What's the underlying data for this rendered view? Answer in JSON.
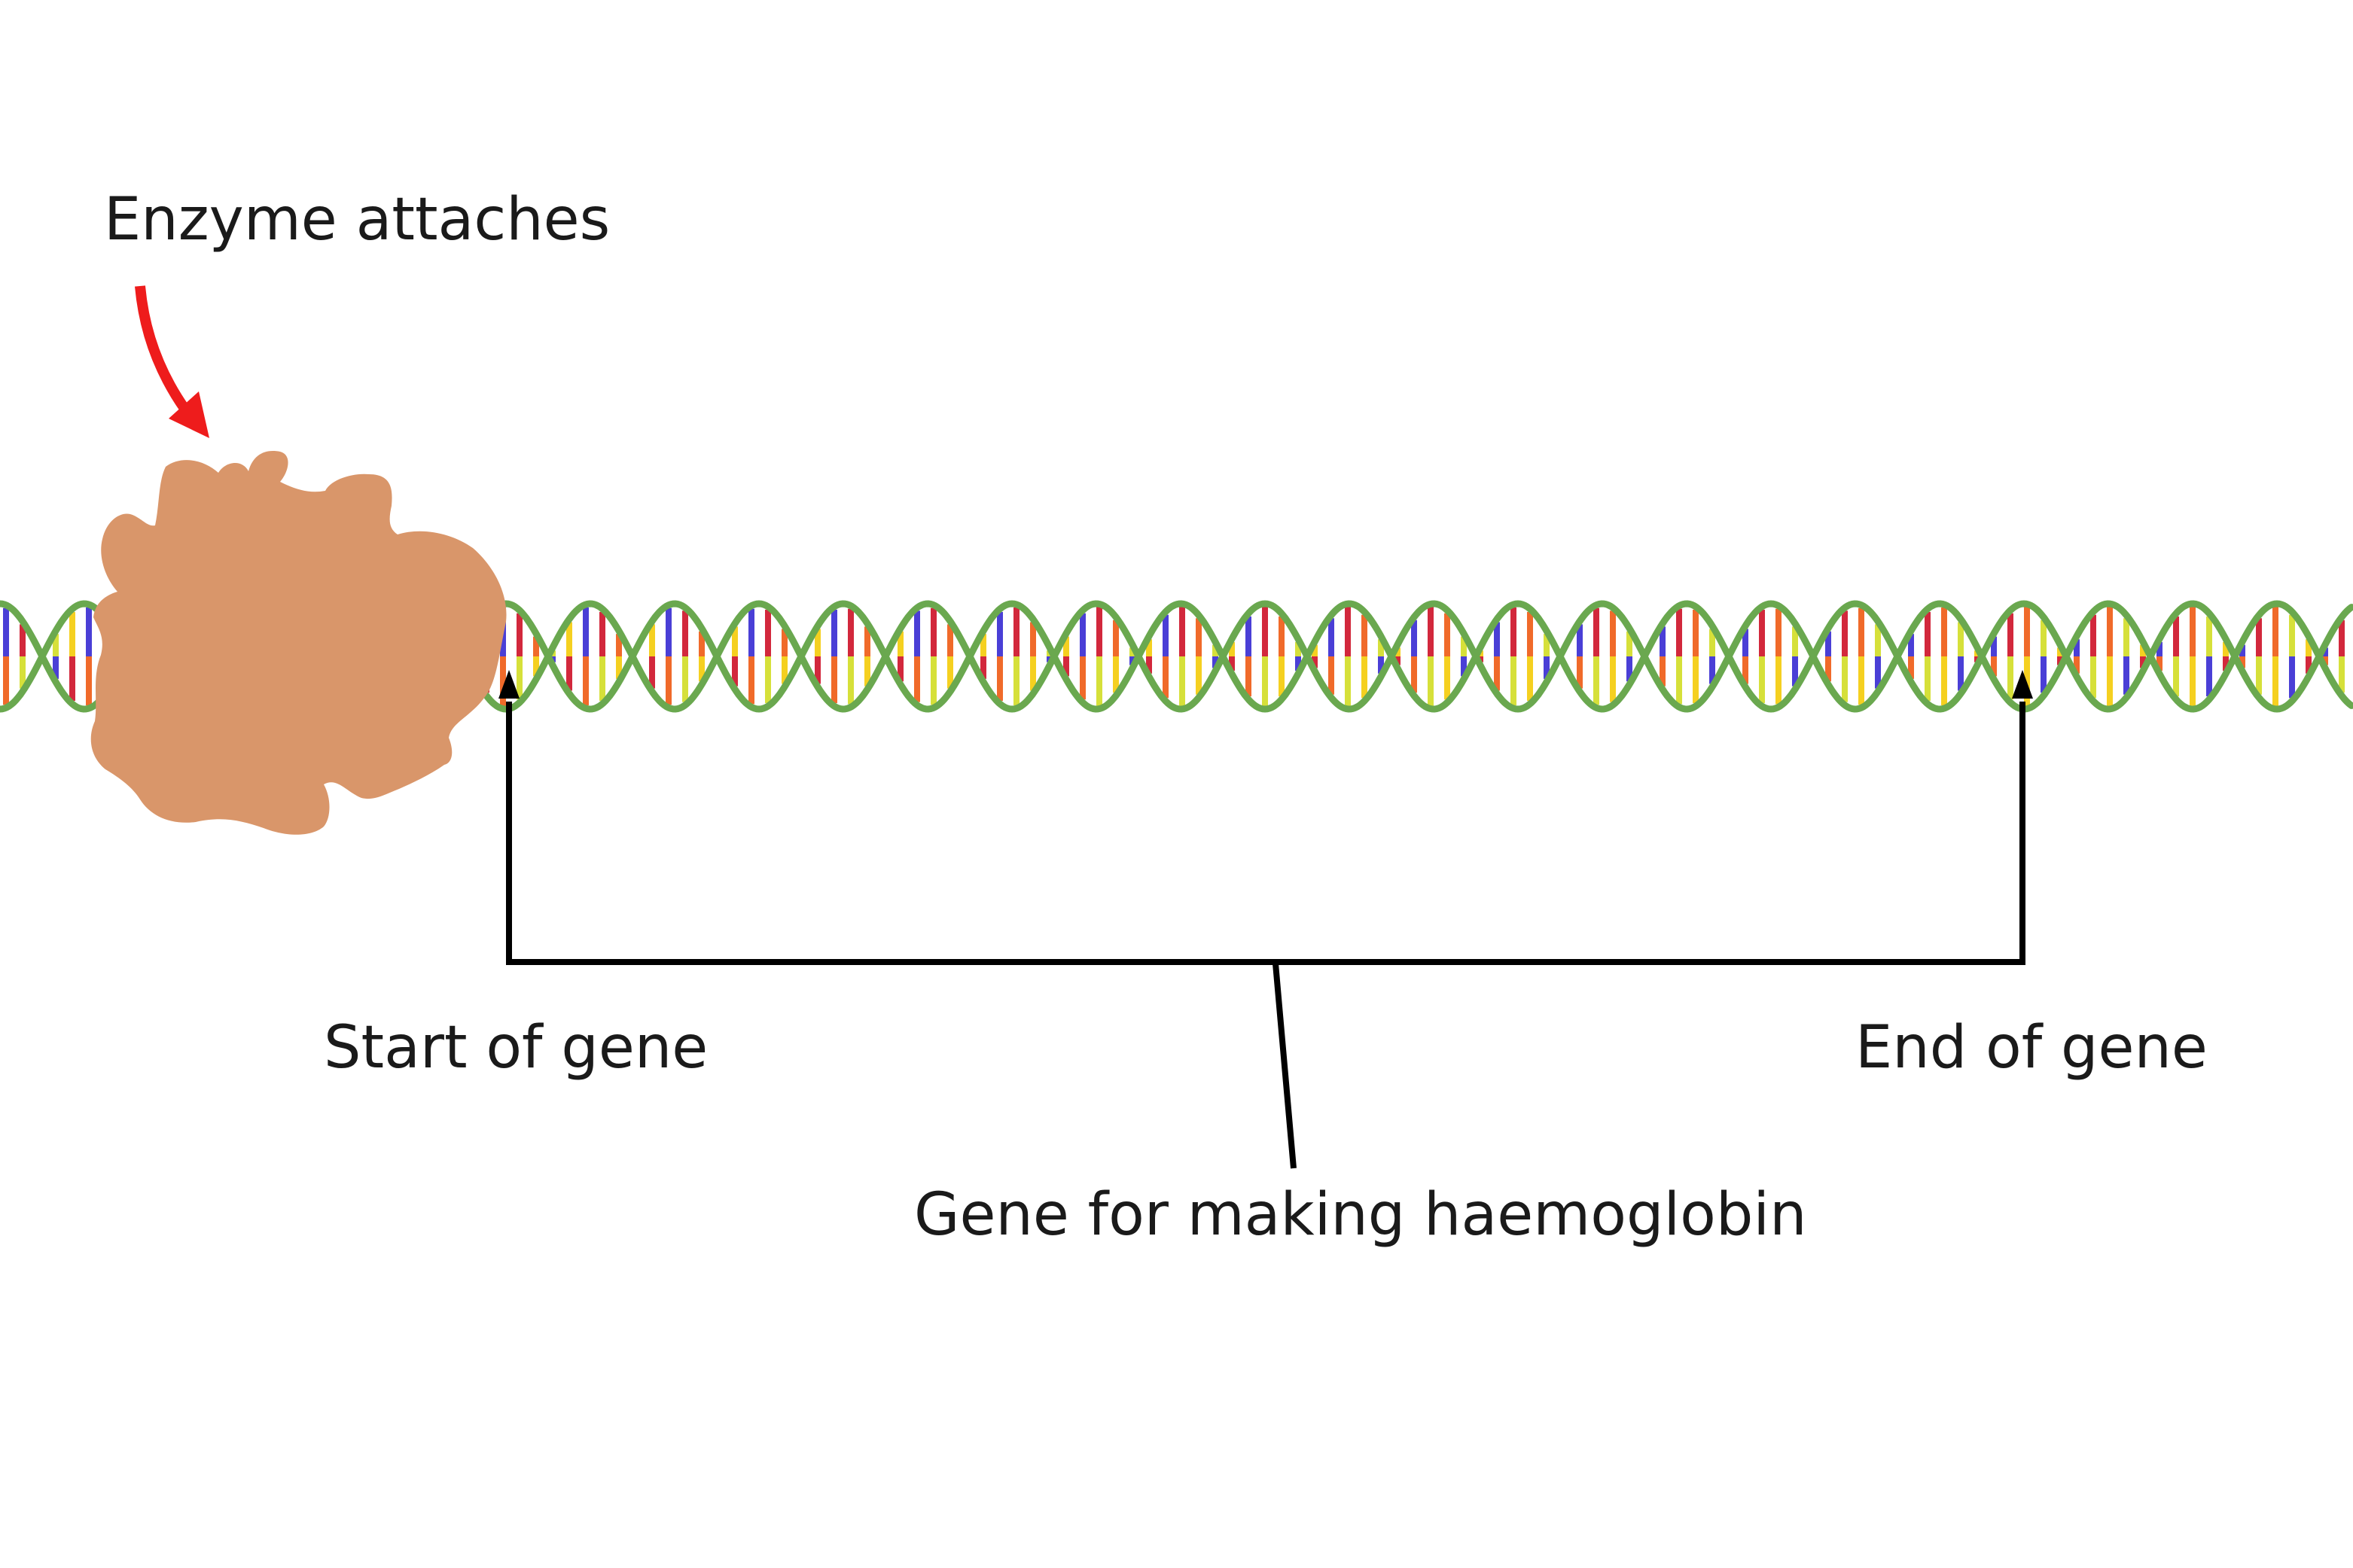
{
  "labels": {
    "enzyme": "Enzyme attaches",
    "start": "Start of gene",
    "end": "End of gene",
    "gene": "Gene for making haemoglobin"
  },
  "colors": {
    "background": "#ffffff",
    "dna_backbone": "#6aa84f",
    "enzyme": "#d9966a",
    "pointer_arrow": "#ee1c1c",
    "bracket": "#000000",
    "base_pairs": [
      "#4a3fd6",
      "#d2283c",
      "#f06a2a",
      "#d6e03a",
      "#f5d020"
    ]
  },
  "icons": {
    "enzyme": "enzyme-blob",
    "pointer": "curved-red-arrow",
    "dna": "double-helix"
  }
}
